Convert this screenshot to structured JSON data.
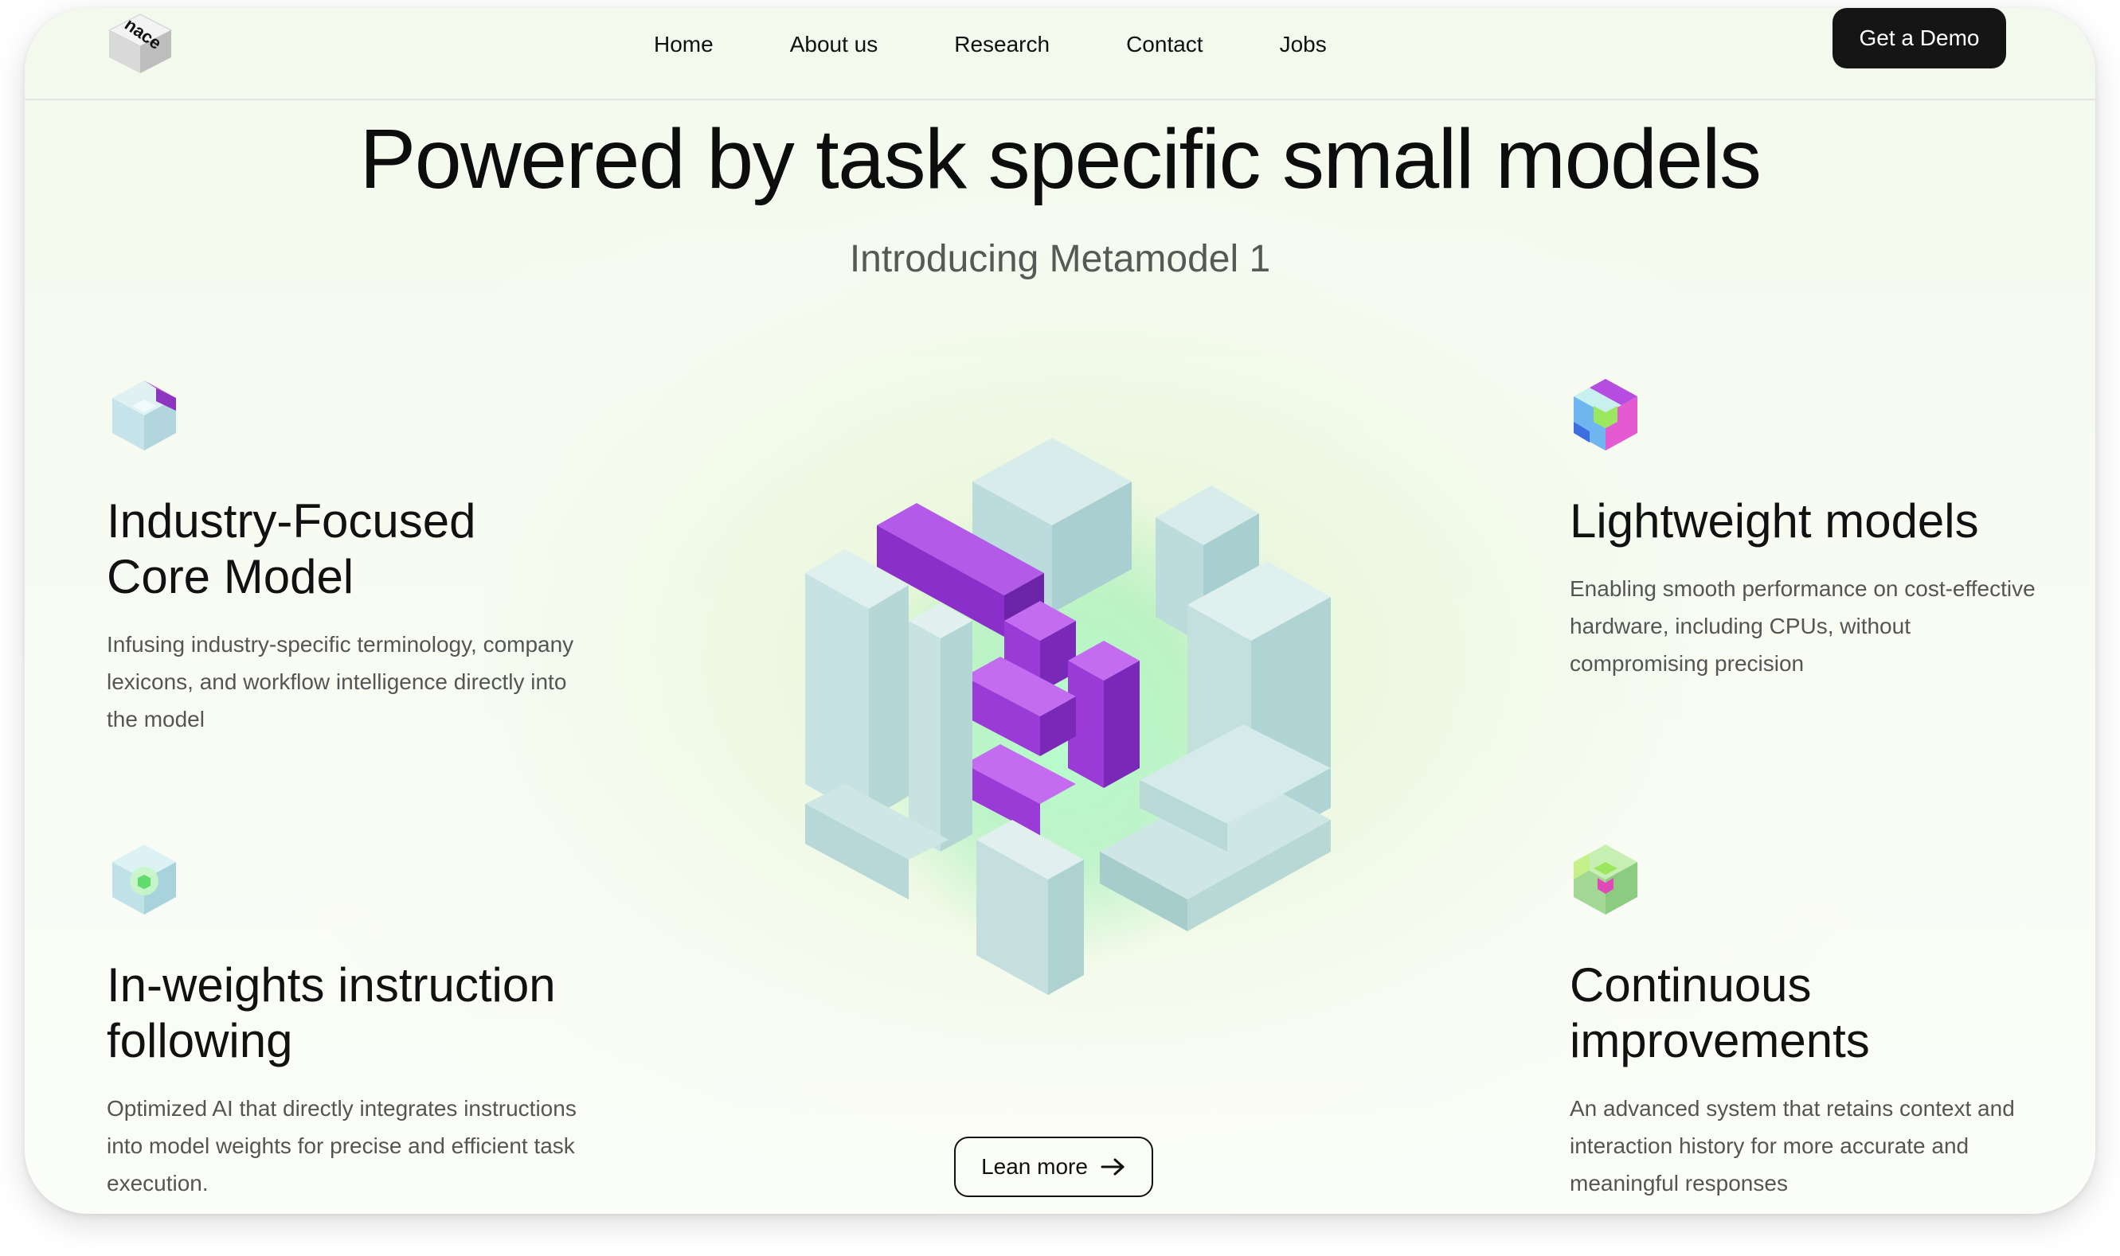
{
  "nav": {
    "logo_text": "nace",
    "links": [
      {
        "label": "Home"
      },
      {
        "label": "About us"
      },
      {
        "label": "Research"
      },
      {
        "label": "Contact"
      },
      {
        "label": "Jobs"
      }
    ],
    "cta_label": "Get a Demo"
  },
  "hero": {
    "title": "Powered by task specific small models",
    "subtitle": "Introducing Metamodel 1"
  },
  "features": [
    {
      "icon": "cube-corner-icon",
      "title": "Industry-Focused Core Model",
      "description": "Infusing industry-specific terminology, company lexicons, and workflow intelligence directly into the model"
    },
    {
      "icon": "colorful-cube-icon",
      "title": "Lightweight models",
      "description": "Enabling smooth performance on cost-effective hardware, including CPUs, without compromising precision"
    },
    {
      "icon": "glowing-cube-icon",
      "title": "In-weights instruction following",
      "description": "Optimized AI that directly integrates instructions into model weights for precise and efficient task execution."
    },
    {
      "icon": "green-cube-icon",
      "title": "Continuous improvements",
      "description": "An advanced system that retains context and interaction history for more accurate and meaningful responses"
    }
  ],
  "cta": {
    "label": "Lean more"
  },
  "colors": {
    "dark_button": "#151515",
    "purple_block": "#a24bd8",
    "mint_block": "#cfe6e3",
    "glow_green": "#9df0b8"
  }
}
